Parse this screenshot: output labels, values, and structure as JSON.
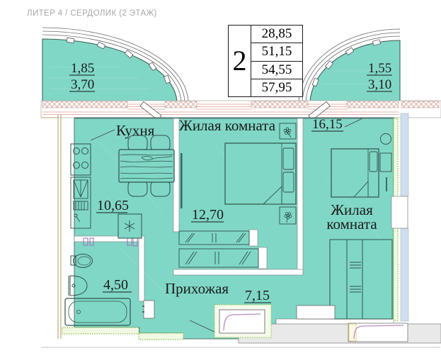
{
  "title": "ЛИТЕР 4 / СЕРДОЛИК (2 ЭТАЖ)",
  "summary_table": {
    "rooms_count": "2",
    "areas": [
      "28,85",
      "51,15",
      "54,55",
      "57,95"
    ]
  },
  "balconies": {
    "left": {
      "reduced_area": "1,85",
      "full_area": "3,70"
    },
    "right": {
      "reduced_area": "1,55",
      "full_area": "3,10"
    }
  },
  "rooms": {
    "kitchen": {
      "label": "Кухня",
      "area": "10,65"
    },
    "living_room_1": {
      "label": "Жилая комната",
      "area": "12,70"
    },
    "living_room_2": {
      "label_line1": "Жилая",
      "label_line2": "комната",
      "area": "16,15"
    },
    "hallway": {
      "label": "Прихожая",
      "area": "7,15"
    },
    "bathroom": {
      "area": "4,50"
    }
  },
  "icons": {
    "fridge_mark": "snowflake-asterisk",
    "nightstand_decor": "flower"
  },
  "colors": {
    "floor": "#80d7c6",
    "furniture_line": "#2f5249",
    "wall_hatch_pink": "#dba49b",
    "partition_green": "#8cc63f",
    "door_arc_purple": "#b48cc8",
    "exterior_wall_tan": "#c9b189",
    "corridor_gray": "#e9e9e9",
    "neighbor_strip_blue": "#cfdeed",
    "title_gray": "#a6a6a6",
    "text_black": "#1b1b1b"
  }
}
